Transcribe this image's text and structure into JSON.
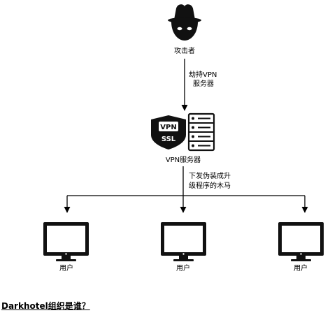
{
  "diagram": {
    "attacker_label": "攻击者",
    "edge_hijack_label": [
      "劫持VPN",
      "服务器"
    ],
    "server_label": "VPN服务器",
    "server_badge_top": "VPN",
    "server_badge_bottom": "SSL",
    "edge_trojan_label": [
      "下发伪装成升",
      "级程序的木马"
    ],
    "users": [
      {
        "label": "用户"
      },
      {
        "label": "用户"
      },
      {
        "label": "用户"
      }
    ]
  },
  "heading": "Darkhotel组织是谁？"
}
